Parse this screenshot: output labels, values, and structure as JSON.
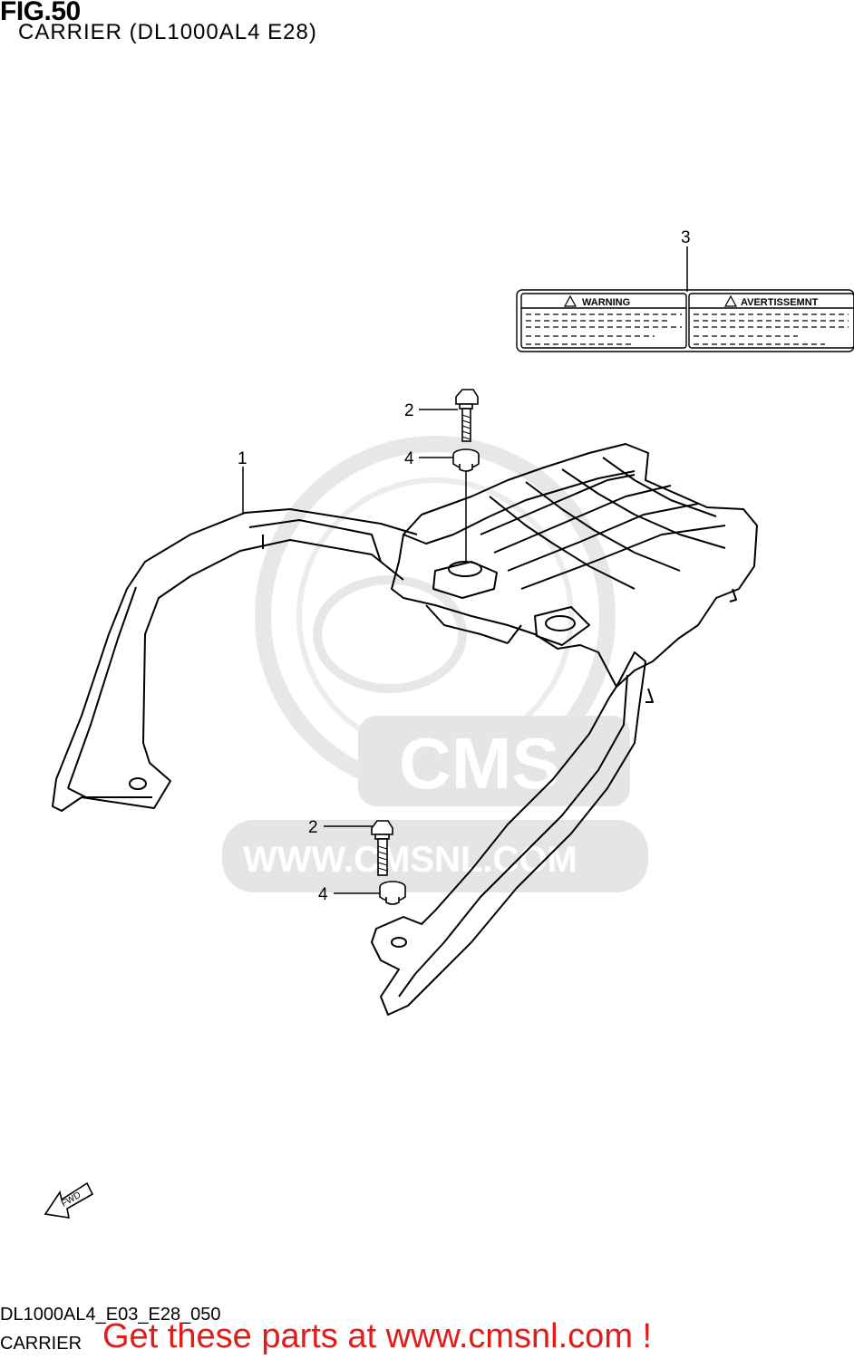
{
  "header": {
    "fig_title": "FIG.50",
    "subtitle": "CARRIER (DL1000AL4 E28)"
  },
  "callouts": [
    {
      "number": "1",
      "part": "carrier"
    },
    {
      "number": "2",
      "part": "bolt"
    },
    {
      "number": "3",
      "part": "warning label"
    },
    {
      "number": "4",
      "part": "washer"
    },
    {
      "number": "2",
      "part": "bolt"
    },
    {
      "number": "4",
      "part": "washer"
    }
  ],
  "warning_label": {
    "left_heading": "WARNING",
    "right_heading": "AVERTISSEMNT"
  },
  "watermark": {
    "logo_text": "CMS",
    "url_text": "WWW.CMSNL.COM"
  },
  "direction_indicator": "FWD",
  "footer": {
    "diagram_code": "DL1000AL4_E03_E28_050",
    "section_name": "CARRIER",
    "promo_link": "Get these parts at www.cmsnl.com !"
  }
}
